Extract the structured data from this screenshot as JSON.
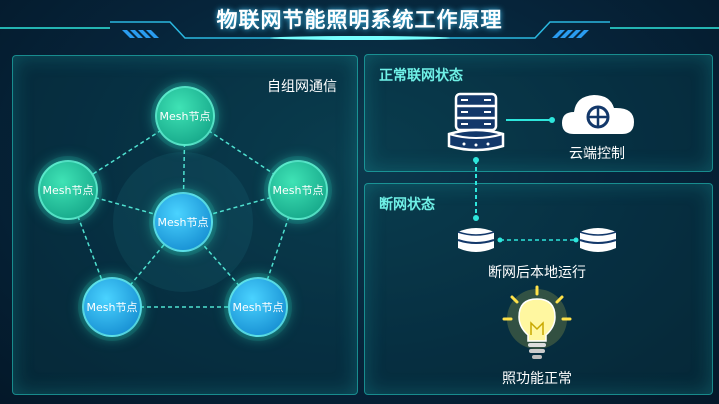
{
  "title": "物联网节能照明系统工作原理",
  "left_panel": {
    "title": "自组网通信",
    "nodes": [
      "Mesh节点",
      "Mesh节点",
      "Mesh节点",
      "Mesh节点",
      "Mesh节点",
      "Mesh节点"
    ]
  },
  "online_panel": {
    "title": "正常联网状态",
    "cloud_label": "云端控制"
  },
  "offline_panel": {
    "title": "断网状态",
    "local_label": "断网后本地运行",
    "light_label": "照功能正常"
  },
  "colors": {
    "accent": "#2ee6dc",
    "node_green": "#1fc99c",
    "node_blue": "#1aa3e8"
  }
}
